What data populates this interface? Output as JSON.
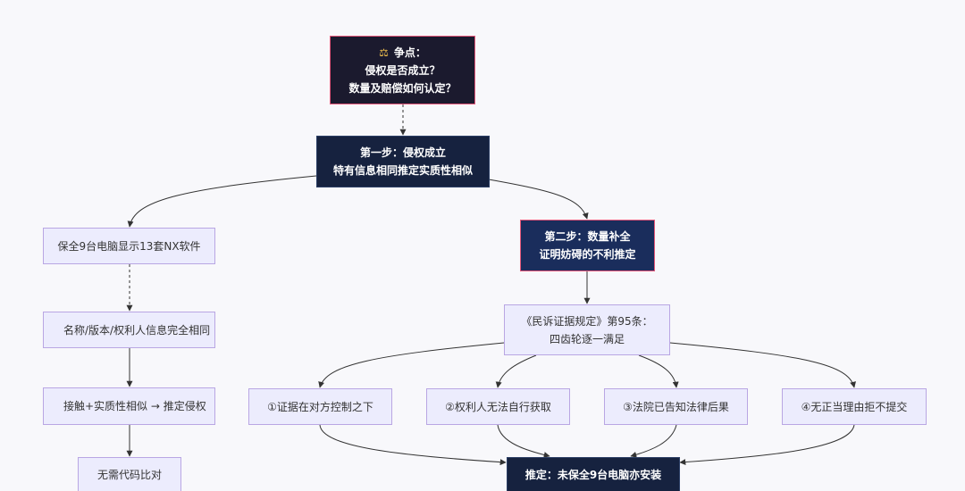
{
  "nodes": {
    "dispute": {
      "icon": "scales-icon",
      "glyph": "⚖",
      "title": "争点：",
      "line2": "侵权是否成立？",
      "line3": "数量及赔偿如何认定？"
    },
    "step1": {
      "line1": "第一步：侵权成立",
      "line2": "特有信息相同推定实质性相似"
    },
    "step2": {
      "line1": "第二步：数量补全",
      "line2": "证明妨碍的不利推定"
    },
    "left1": {
      "text": "保全9台电脑显示13套NX软件"
    },
    "left2": {
      "text": "名称/版本/权利人信息完全相同"
    },
    "left3": {
      "text": "接触+实质性相似 → 推定侵权"
    },
    "left4": {
      "text": "无需代码比对"
    },
    "rule": {
      "line1": "《民诉证据规定》第95条：",
      "line2": "四齿轮逐一满足"
    },
    "c1": {
      "text": "①证据在对方控制之下"
    },
    "c2": {
      "text": "②权利人无法自行获取"
    },
    "c3": {
      "text": "③法院已告知法律后果"
    },
    "c4": {
      "text": "④无正当理由拒不提交"
    },
    "conclusion": {
      "text": "推定：未保全9台电脑亦安装"
    }
  },
  "colors": {
    "canvas": "#f8f8fb",
    "light_fill": "#ececfd",
    "light_border": "#b9a6e3",
    "dark_fill": "#16223f",
    "accent_border": "#e4577a",
    "edge": "#333333"
  }
}
